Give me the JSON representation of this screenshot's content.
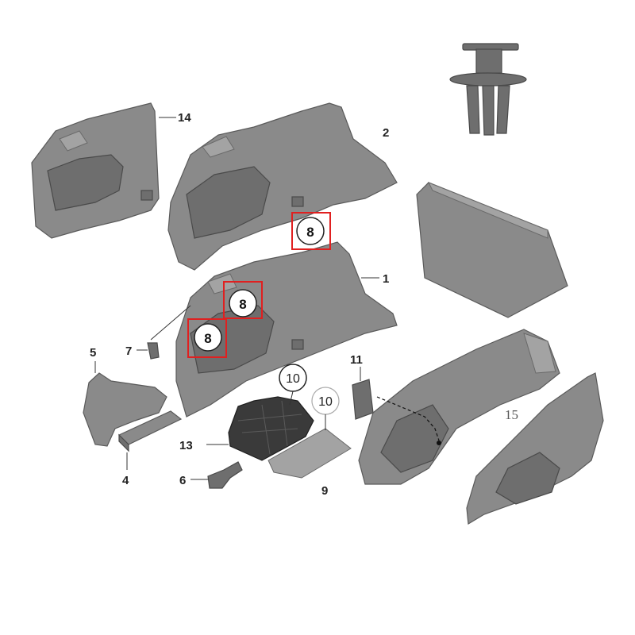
{
  "callouts": {
    "c1": "1",
    "c2": "2",
    "c4": "4",
    "c5": "5",
    "c6": "6",
    "c7": "7",
    "c8a": "8",
    "c8b": "8",
    "c8c": "8",
    "c9": "9",
    "c10a": "10",
    "c10b": "10",
    "c11": "11",
    "c13": "13",
    "c14": "14",
    "c15": "15"
  },
  "colors": {
    "part_fill": "#8a8a8a",
    "highlight": "#e02020"
  }
}
